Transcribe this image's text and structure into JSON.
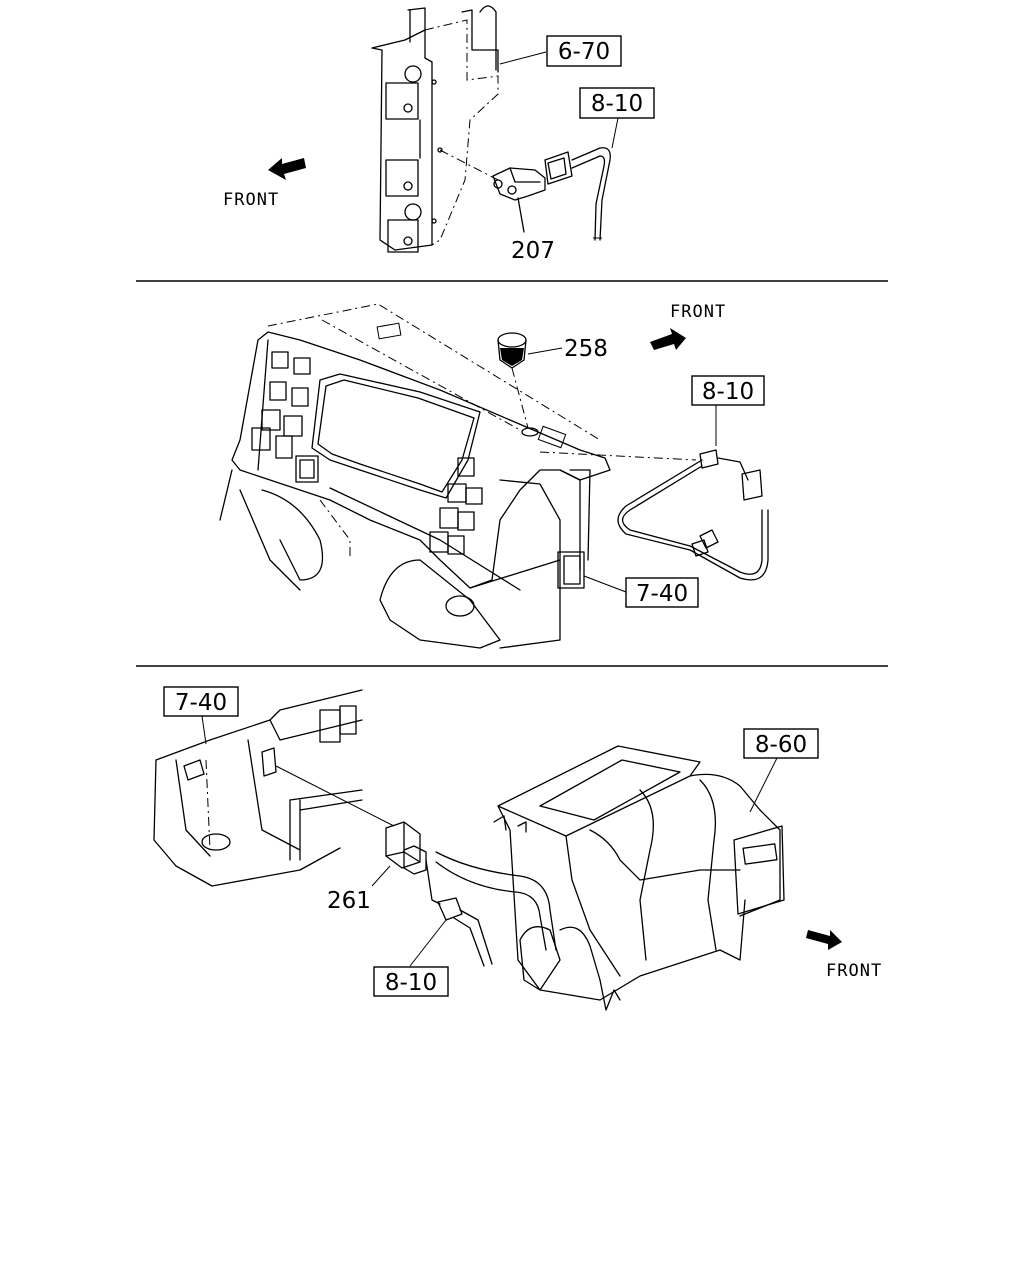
{
  "panels": [
    {
      "id": "panel-1",
      "refs": {
        "a": "6-70",
        "b": "8-10"
      },
      "parts": {
        "a": "207"
      },
      "direction_label": "FRONT"
    },
    {
      "id": "panel-2",
      "refs": {
        "a": "8-10",
        "b": "7-40"
      },
      "parts": {
        "a": "258"
      },
      "direction_label": "FRONT"
    },
    {
      "id": "panel-3",
      "refs": {
        "a": "7-40",
        "b": "8-60",
        "c": "8-10"
      },
      "parts": {
        "a": "261"
      },
      "direction_label": "FRONT"
    }
  ],
  "colors": {
    "line": "#000000",
    "background": "#ffffff"
  }
}
